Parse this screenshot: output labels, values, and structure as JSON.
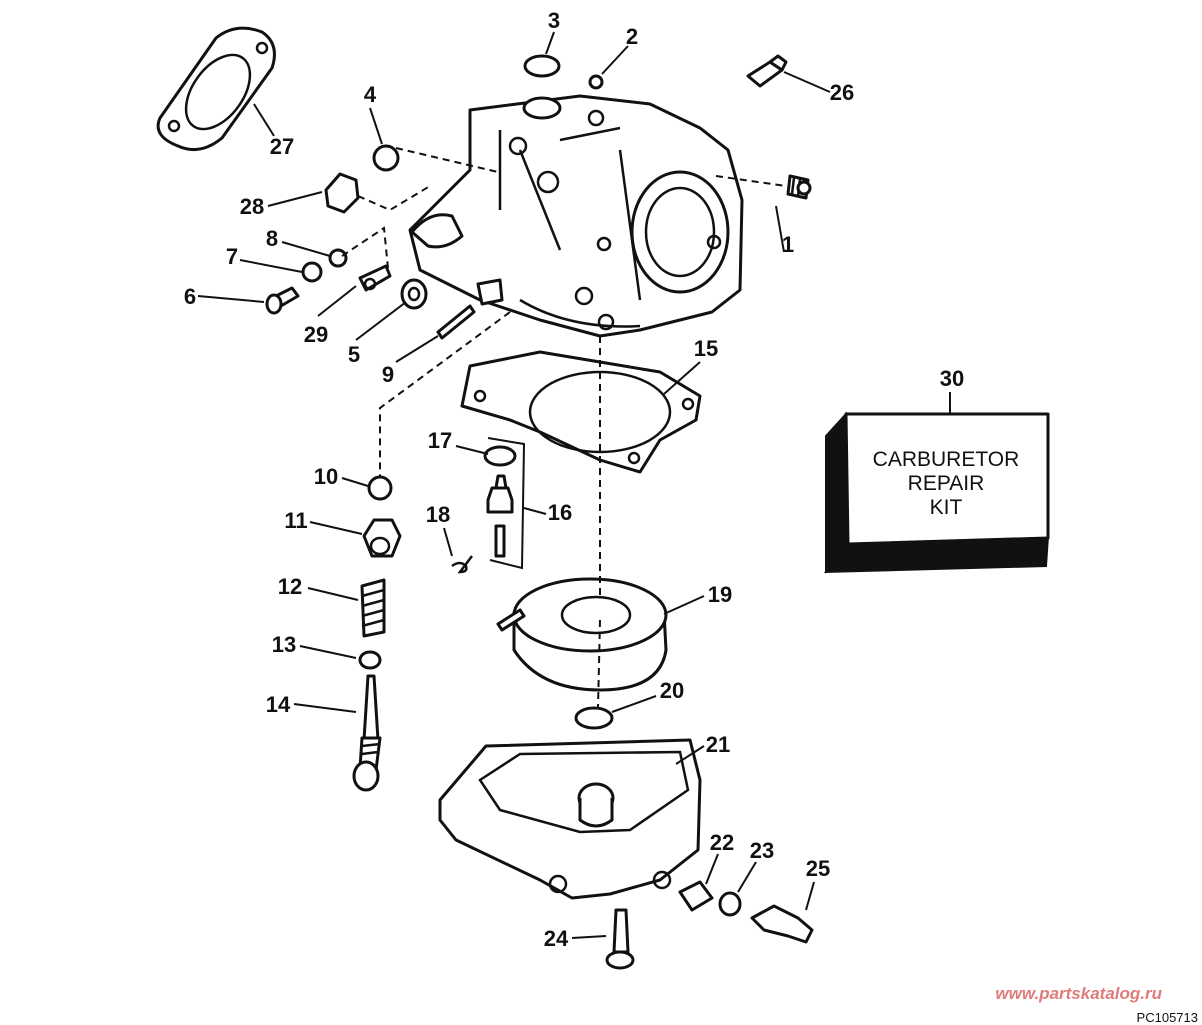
{
  "callouts": [
    "1",
    "2",
    "3",
    "4",
    "5",
    "6",
    "7",
    "8",
    "9",
    "10",
    "11",
    "12",
    "13",
    "14",
    "15",
    "16",
    "17",
    "18",
    "19",
    "20",
    "21",
    "22",
    "23",
    "24",
    "25",
    "26",
    "27",
    "28",
    "29",
    "30"
  ],
  "kit": {
    "line1": "CARBURETOR",
    "line2": "REPAIR",
    "line3": "KIT"
  },
  "watermark": "www.partskatalog.ru",
  "figure_code": "PC105713"
}
